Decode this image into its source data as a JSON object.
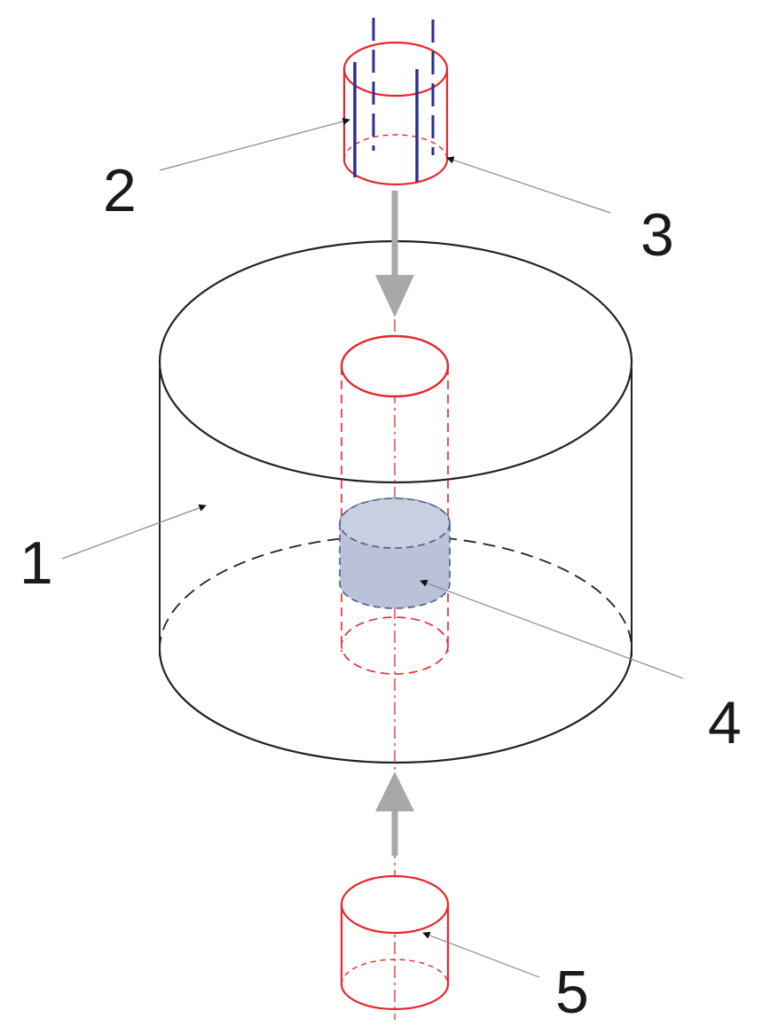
{
  "labels": {
    "l1": "1",
    "l2": "2",
    "l3": "3",
    "l4": "4",
    "l5": "5"
  },
  "colors": {
    "outline_black": "#222222",
    "outline_red": "#e8262d",
    "rod_blue": "#2b2f8f",
    "sample_fill": "#b9c2d8",
    "sample_edge": "#4a5b86",
    "arrow_gray": "#a8a8a8",
    "leader_gray": "#888888"
  }
}
